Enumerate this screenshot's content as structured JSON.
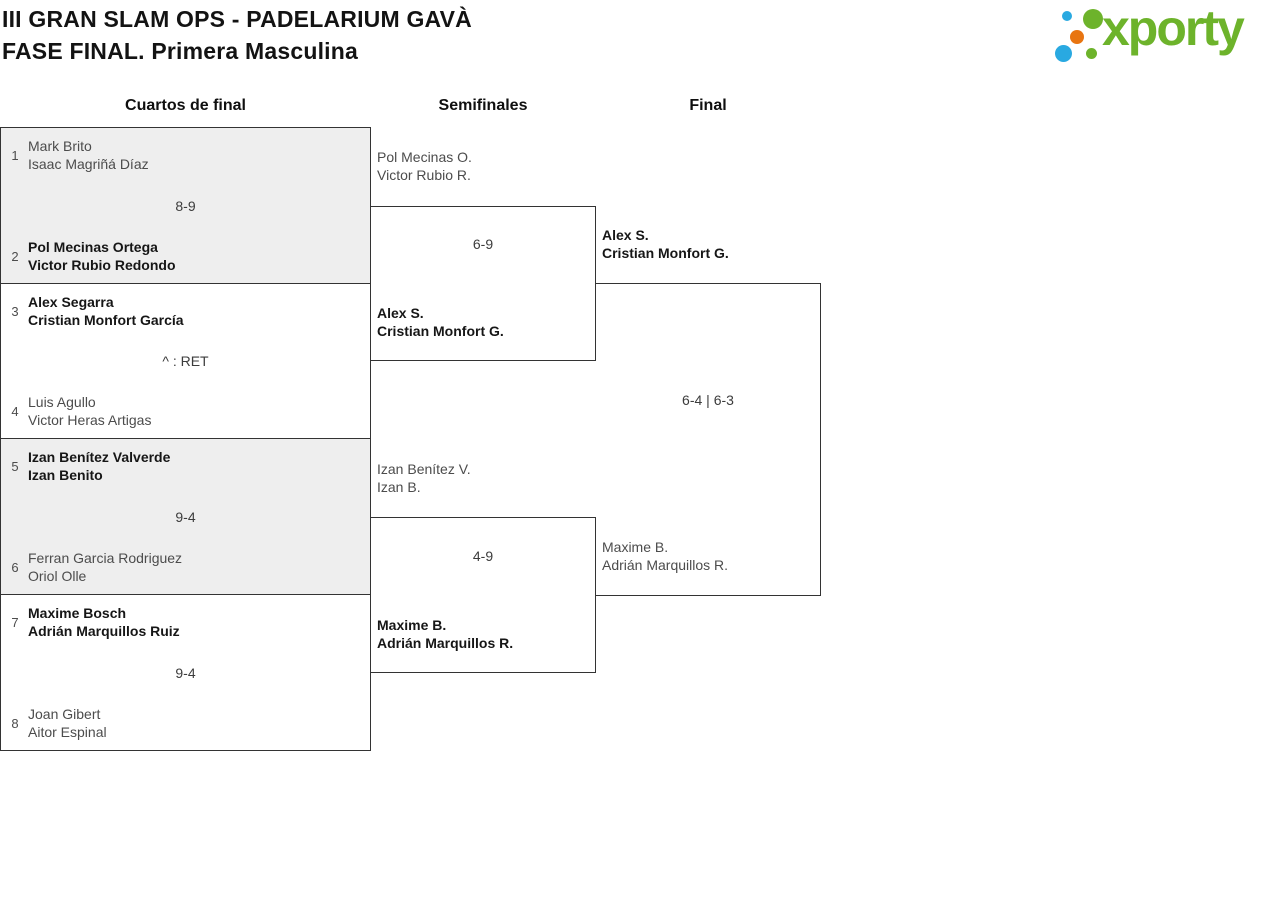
{
  "header": {
    "title_line1": "III GRAN SLAM OPS - PADELARIUM GAVÀ",
    "title_line2": "FASE FINAL. Primera Masculina"
  },
  "logo": {
    "text": "xporty"
  },
  "colors": {
    "logo_green": "#6db32b",
    "logo_blue": "#29a9e1",
    "logo_orange": "#e87511",
    "box_border": "#333333",
    "shaded_box": "#eeeeee",
    "loser_text": "#4c4c4c",
    "winner_text": "#161616"
  },
  "rounds": [
    {
      "label": "Cuartos de final"
    },
    {
      "label": "Semifinales"
    },
    {
      "label": "Final"
    }
  ],
  "bracket": {
    "quarterfinals": [
      {
        "seed_top": "1",
        "team_top": [
          "Mark Brito",
          "Isaac Magriñá Díaz"
        ],
        "top_winner": false,
        "score": "8-9",
        "seed_bottom": "2",
        "team_bottom": [
          "Pol Mecinas Ortega",
          "Victor Rubio Redondo"
        ],
        "bottom_winner": true
      },
      {
        "seed_top": "3",
        "team_top": [
          "Alex Segarra",
          "Cristian Monfort García"
        ],
        "top_winner": true,
        "score": "^ : RET",
        "seed_bottom": "4",
        "team_bottom": [
          "Luis Agullo",
          "Victor Heras Artigas"
        ],
        "bottom_winner": false
      },
      {
        "seed_top": "5",
        "team_top": [
          "Izan Benítez Valverde",
          "Izan Benito"
        ],
        "top_winner": true,
        "score": "9-4",
        "seed_bottom": "6",
        "team_bottom": [
          "Ferran Garcia Rodriguez",
          "Oriol Olle"
        ],
        "bottom_winner": false
      },
      {
        "seed_top": "7",
        "team_top": [
          "Maxime Bosch",
          "Adrián Marquillos Ruiz"
        ],
        "top_winner": true,
        "score": "9-4",
        "seed_bottom": "8",
        "team_bottom": [
          "Joan Gibert",
          "Aitor Espinal"
        ],
        "bottom_winner": false
      }
    ],
    "semifinals": [
      {
        "team_top": [
          "Pol Mecinas O.",
          "Victor Rubio R."
        ],
        "top_winner": false,
        "score": "6-9",
        "team_bottom": [
          "Alex S.",
          "Cristian Monfort G."
        ],
        "bottom_winner": true
      },
      {
        "team_top": [
          "Izan Benítez V.",
          "Izan B."
        ],
        "top_winner": false,
        "score": "4-9",
        "team_bottom": [
          "Maxime B.",
          "Adrián Marquillos R."
        ],
        "bottom_winner": true
      }
    ],
    "final": {
      "team_top": [
        "Alex S.",
        "Cristian Monfort G."
      ],
      "top_winner": true,
      "score": "6-4 | 6-3",
      "team_bottom": [
        "Maxime B.",
        "Adrián Marquillos R."
      ],
      "bottom_winner": false
    }
  }
}
